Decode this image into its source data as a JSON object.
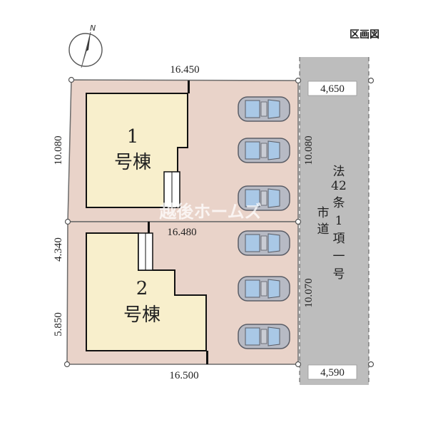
{
  "header": {
    "title": "区画図"
  },
  "compass": {
    "label": "N"
  },
  "lots": [
    {
      "number": "1",
      "name": "号棟"
    },
    {
      "number": "2",
      "name": "号棟"
    }
  ],
  "dimensions": {
    "top": "16.450",
    "middle": "16.480",
    "bottom": "16.500",
    "left_lot1": "10.080",
    "left_lot2_upper": "4.340",
    "left_lot2_lower": "5.850",
    "right_lot1": "10.080",
    "right_lot2": "10.070",
    "road_top": "4,650",
    "road_bottom": "4,590"
  },
  "road": {
    "col1": [
      "法",
      "42",
      "条",
      "1",
      "項",
      "一",
      "号"
    ],
    "col2": [
      "市",
      "道"
    ]
  },
  "watermark": "越後ホームズ",
  "colors": {
    "lot_fill": "#e9d3c9",
    "building_fill": "#f8efcc",
    "road_fill": "#bdbdbd",
    "car_body": "#b7bac4",
    "car_glass": "#a9c8e6"
  }
}
